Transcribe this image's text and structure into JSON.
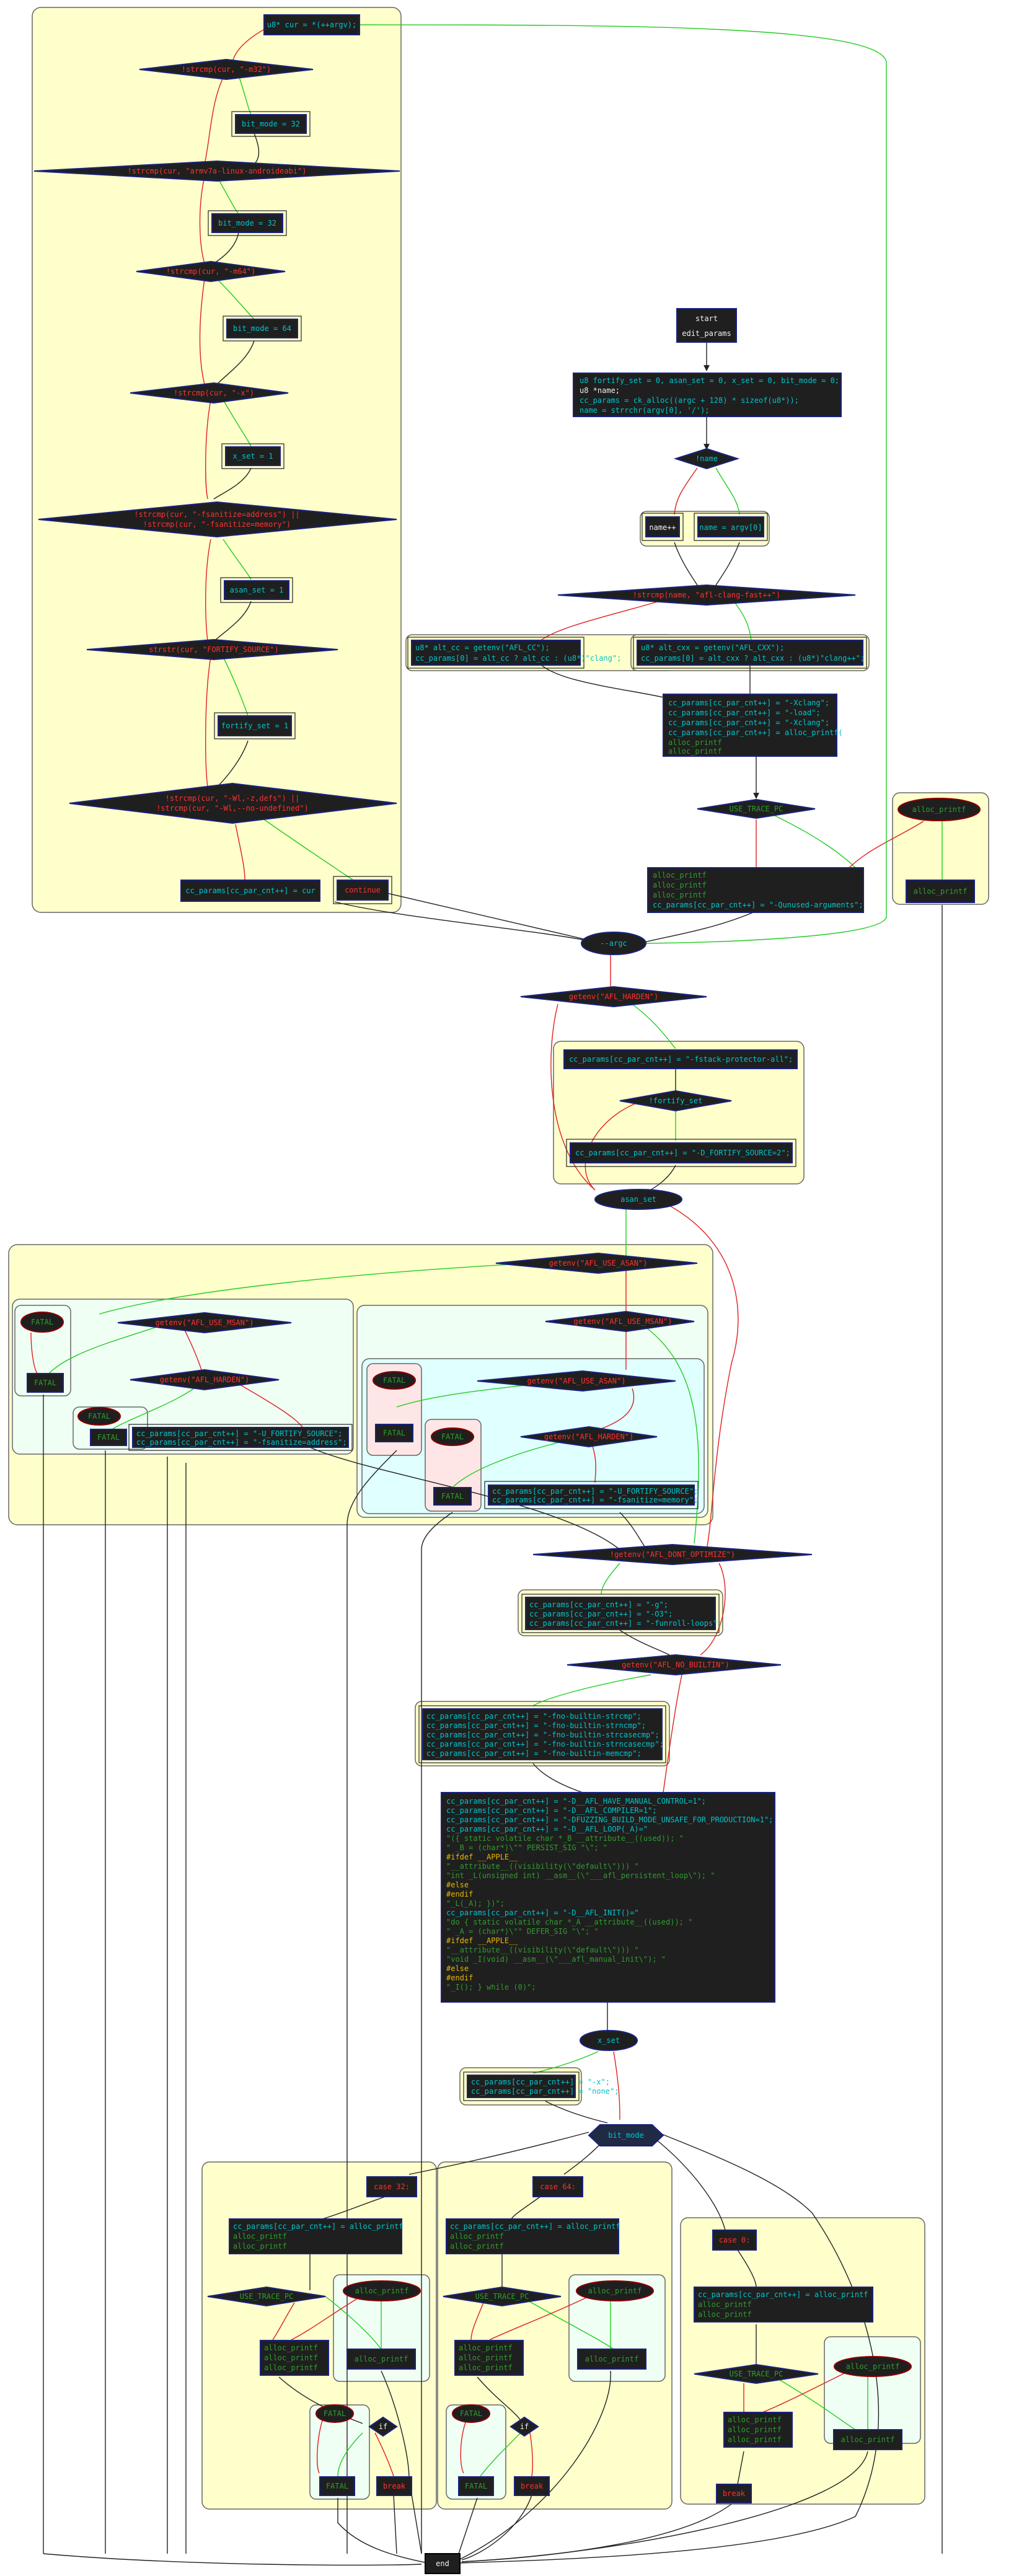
{
  "nodes": {
    "start": "start",
    "edit_params": "edit_params",
    "decl1": "u8 fortify_set = 0, asan_set = 0, x_set = 0, bit_mode = 0;",
    "decl2": "u8 *name;",
    "decl3": "cc_params = ck_alloc((argc + 128) * sizeof(u8*));",
    "decl4": "name = strrchr(argv[0], '/');",
    "not_name": "!name",
    "name_pp": "name++",
    "name_argv": "name = argv[0]",
    "cmp_clang": "!strcmp(name, \"afl-clang-fast++\")",
    "clang_cxx1": "u8* alt_cxx = getenv(\"AFL_CXX\");",
    "clang_cxx2": "cc_params[0] = alt_cxx ? alt_cxx : (u8*)\"clang++\";",
    "clang_cc1": "u8* alt_cc = getenv(\"AFL_CC\");",
    "clang_cc2": "cc_params[0] = alt_cc ? alt_cc : (u8*)\"clang\";",
    "xclang1": "cc_params[cc_par_cnt++] = \"-Xclang\";",
    "xclang2": "cc_params[cc_par_cnt++] = \"-load\";",
    "xclang3": "cc_params[cc_par_cnt++] = \"-Xclang\";",
    "xclang4": "cc_params[cc_par_cnt++] = alloc_printf(",
    "xclang5": "alloc_printf",
    "xclang6": "alloc_printf",
    "use_trace": "USE_TRACE_PC",
    "alloc_printf": "alloc_printf",
    "ap1": "alloc_printf",
    "ap2": "alloc_printf",
    "ap3": "alloc_printf",
    "qunused": "cc_params[cc_par_cnt++] = \"-Qunused-arguments\";",
    "loop_head": "u8* cur = *(++argv);",
    "cmp_m32": "!strcmp(cur, \"-m32\")",
    "bit32a": "bit_mode = 32",
    "cmp_armv7": "!strcmp(cur, \"armv7a-linux-androideabi\")",
    "bit32b": "bit_mode = 32",
    "cmp_m64": "!strcmp(cur, \"-m64\")",
    "bit64": "bit_mode = 64",
    "cmp_x": "!strcmp(cur, \"-x\")",
    "xset": "x_set = 1",
    "cmp_san1": "!strcmp(cur, \"-fsanitize=address\") ||",
    "cmp_san2": "!strcmp(cur, \"-fsanitize=memory\")",
    "asanset": "asan_set = 1",
    "cmp_fortify": "strstr(cur, \"FORTIFY_SOURCE\")",
    "fortset": "fortify_set = 1",
    "cmp_wl1": "!strcmp(cur, \"-Wl,-z,defs\") ||",
    "cmp_wl2": "!strcmp(cur, \"-Wl,--no-undefined\")",
    "continue": "continue",
    "cc_cur": "cc_params[cc_par_cnt++] = cur",
    "argc": "--argc",
    "harden": "getenv(\"AFL_HARDEN\")",
    "stack_prot": "cc_params[cc_par_cnt++] = \"-fstack-protector-all\";",
    "not_fortify": "!fortify_set",
    "fortify2": "cc_params[cc_par_cnt++] = \"-D_FORTIFY_SOURCE=2\";",
    "asan_set": "asan_set",
    "use_asan": "getenv(\"AFL_USE_ASAN\")",
    "use_msan_l": "getenv(\"AFL_USE_MSAN\")",
    "use_msan_r": "getenv(\"AFL_USE_MSAN\")",
    "harden_l": "getenv(\"AFL_HARDEN\")",
    "use_asan_r": "getenv(\"AFL_USE_ASAN\")",
    "harden_r": "getenv(\"AFL_HARDEN\")",
    "fatal": "FATAL",
    "fatal_txt": "FATAL",
    "uf1": "cc_params[cc_par_cnt++] = \"-U_FORTIFY_SOURCE\";",
    "uf2": "cc_params[cc_par_cnt++] = \"-fsanitize=address\";",
    "uf3": "cc_params[cc_par_cnt++] = \"-U_FORTIFY_SOURCE\";",
    "uf4": "cc_params[cc_par_cnt++] = \"-fsanitize=memory\";",
    "dont_opt": "!getenv(\"AFL_DONT_OPTIMIZE\")",
    "opt1": "cc_params[cc_par_cnt++] = \"-g\";",
    "opt2": "cc_params[cc_par_cnt++] = \"-O3\";",
    "opt3": "cc_params[cc_par_cnt++] = \"-funroll-loops\";",
    "no_builtin": "getenv(\"AFL_NO_BUILTIN\")",
    "nb1": "cc_params[cc_par_cnt++] = \"-fno-builtin-strcmp\";",
    "nb2": "cc_params[cc_par_cnt++] = \"-fno-builtin-strncmp\";",
    "nb3": "cc_params[cc_par_cnt++] = \"-fno-builtin-strcasecmp\";",
    "nb4": "cc_params[cc_par_cnt++] = \"-fno-builtin-strncasecmp\";",
    "nb5": "cc_params[cc_par_cnt++] = \"-fno-builtin-memcmp\";",
    "big": [
      "cc_params[cc_par_cnt++] = \"-D__AFL_HAVE_MANUAL_CONTROL=1\";",
      "cc_params[cc_par_cnt++] = \"-D__AFL_COMPILER=1\";",
      "cc_params[cc_par_cnt++] = \"-DFUZZING_BUILD_MODE_UNSAFE_FOR_PRODUCTION=1\";",
      "cc_params[cc_par_cnt++] = \"-D__AFL_LOOP(_A)=\"",
      "\"({ static volatile char *_B __attribute__((used)); \"",
      "\" _B = (char*)\\\"\" PERSIST_SIG \"\\\"; \"",
      "#ifdef __APPLE__",
      "\"__attribute__((visibility(\\\"default\\\"))) \"",
      "\"int _L(unsigned int) __asm__(\\\"___afl_persistent_loop\\\"); \"",
      "#else",
      "#endif",
      "\"_L(_A); })\";",
      "cc_params[cc_par_cnt++] = \"-D__AFL_INIT()=\"",
      "\"do { static volatile char *_A __attribute__((used)); \"",
      "\" _A = (char*)\\\"\" DEFER_SIG \"\\\"; \"",
      "#ifdef __APPLE__",
      "\"__attribute__((visibility(\\\"default\\\"))) \"",
      "\"void _I(void) __asm__(\\\"___afl_manual_init\\\"); \"",
      "#else",
      "#endif",
      "\"_I(); } while (0)\";"
    ],
    "x_set": "x_set",
    "xn1": "cc_params[cc_par_cnt++] = \"-x\";",
    "xn2": "cc_params[cc_par_cnt++] = \"none\";",
    "bit_mode": "bit_mode",
    "case32": "case 32:",
    "case64": "case 64:",
    "case0": "case 0:",
    "c32a": "cc_params[cc_par_cnt++] = alloc_printf",
    "c32b": "alloc_printf",
    "c32c": "alloc_printf",
    "c64a": "cc_params[cc_par_cnt++] = alloc_printf",
    "c64b": "alloc_printf",
    "c64c": "alloc_printf",
    "c0a": "cc_params[cc_par_cnt++] = alloc_printf",
    "c0b": "alloc_printf",
    "c0c": "alloc_printf",
    "ap_txt": "alloc_printf",
    "fatal2": "FATAL",
    "if": "if",
    "break": "break",
    "end": "end"
  }
}
